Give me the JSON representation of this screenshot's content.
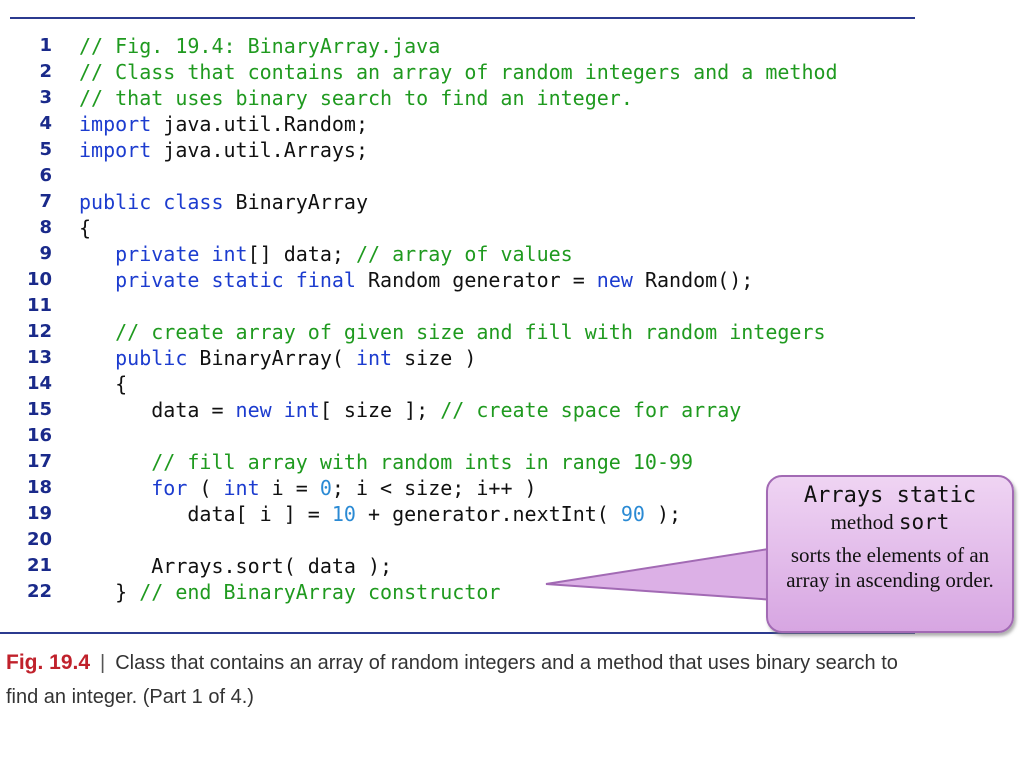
{
  "code_lines": [
    {
      "n": "1",
      "tokens": [
        {
          "t": "comment",
          "v": "// Fig. 19.4: BinaryArray.java"
        }
      ]
    },
    {
      "n": "2",
      "tokens": [
        {
          "t": "comment",
          "v": "// Class that contains an array of random integers and a method"
        }
      ]
    },
    {
      "n": "3",
      "tokens": [
        {
          "t": "comment",
          "v": "// that uses binary search to find an integer."
        }
      ]
    },
    {
      "n": "4",
      "tokens": [
        {
          "t": "keyword",
          "v": "import"
        },
        {
          "t": "plain",
          "v": " java.util.Random;"
        }
      ]
    },
    {
      "n": "5",
      "tokens": [
        {
          "t": "keyword",
          "v": "import"
        },
        {
          "t": "plain",
          "v": " java.util.Arrays;"
        }
      ]
    },
    {
      "n": "6",
      "tokens": []
    },
    {
      "n": "7",
      "tokens": [
        {
          "t": "keyword",
          "v": "public class"
        },
        {
          "t": "plain",
          "v": " BinaryArray"
        }
      ]
    },
    {
      "n": "8",
      "tokens": [
        {
          "t": "plain",
          "v": "{"
        }
      ]
    },
    {
      "n": "9",
      "tokens": [
        {
          "t": "plain",
          "v": "   "
        },
        {
          "t": "keyword",
          "v": "private int"
        },
        {
          "t": "plain",
          "v": "[] data; "
        },
        {
          "t": "comment",
          "v": "// array of values"
        }
      ]
    },
    {
      "n": "10",
      "tokens": [
        {
          "t": "plain",
          "v": "   "
        },
        {
          "t": "keyword",
          "v": "private static final"
        },
        {
          "t": "plain",
          "v": " Random generator = "
        },
        {
          "t": "keyword",
          "v": "new"
        },
        {
          "t": "plain",
          "v": " Random();"
        }
      ]
    },
    {
      "n": "11",
      "tokens": []
    },
    {
      "n": "12",
      "tokens": [
        {
          "t": "plain",
          "v": "   "
        },
        {
          "t": "comment",
          "v": "// create array of given size and fill with random integers"
        }
      ]
    },
    {
      "n": "13",
      "tokens": [
        {
          "t": "plain",
          "v": "   "
        },
        {
          "t": "keyword",
          "v": "public"
        },
        {
          "t": "plain",
          "v": " BinaryArray( "
        },
        {
          "t": "keyword",
          "v": "int"
        },
        {
          "t": "plain",
          "v": " size )"
        }
      ]
    },
    {
      "n": "14",
      "tokens": [
        {
          "t": "plain",
          "v": "   {"
        }
      ]
    },
    {
      "n": "15",
      "tokens": [
        {
          "t": "plain",
          "v": "      data = "
        },
        {
          "t": "keyword",
          "v": "new int"
        },
        {
          "t": "plain",
          "v": "[ size ]; "
        },
        {
          "t": "comment",
          "v": "// create space for array"
        }
      ]
    },
    {
      "n": "16",
      "tokens": []
    },
    {
      "n": "17",
      "tokens": [
        {
          "t": "plain",
          "v": "      "
        },
        {
          "t": "comment",
          "v": "// fill array with random ints in range 10-99"
        }
      ]
    },
    {
      "n": "18",
      "tokens": [
        {
          "t": "plain",
          "v": "      "
        },
        {
          "t": "keyword",
          "v": "for"
        },
        {
          "t": "plain",
          "v": " ( "
        },
        {
          "t": "keyword",
          "v": "int"
        },
        {
          "t": "plain",
          "v": " i = "
        },
        {
          "t": "number",
          "v": "0"
        },
        {
          "t": "plain",
          "v": "; i < size; i++ )"
        }
      ]
    },
    {
      "n": "19",
      "tokens": [
        {
          "t": "plain",
          "v": "         data[ i ] = "
        },
        {
          "t": "number",
          "v": "10"
        },
        {
          "t": "plain",
          "v": " + generator.nextInt( "
        },
        {
          "t": "number",
          "v": "90"
        },
        {
          "t": "plain",
          "v": " );"
        }
      ]
    },
    {
      "n": "20",
      "tokens": []
    },
    {
      "n": "21",
      "tokens": [
        {
          "t": "plain",
          "v": "      Arrays.sort( data );"
        }
      ]
    },
    {
      "n": "22",
      "tokens": [
        {
          "t": "plain",
          "v": "   } "
        },
        {
          "t": "comment",
          "v": "// end BinaryArray constructor"
        }
      ]
    }
  ],
  "callout": {
    "line1": "Arrays static",
    "line2_serif": "method ",
    "line2_mono": "sort",
    "body": "sorts the elements of an array in ascending order."
  },
  "caption": {
    "label": "Fig. 19.4",
    "separator": "|",
    "text": "Class that contains an array of random integers and a method that uses binary search to find an integer. (Part 1 of 4.)"
  },
  "colors": {
    "comment": "#1f9a1f",
    "keyword": "#1c3ccf",
    "number": "#2a8ad4",
    "line_number": "#1a2a8a",
    "rule": "#2b3a8f",
    "figure_label": "#c0212b",
    "callout_fill": "#dcb0e6",
    "callout_border": "#a26ab4"
  }
}
